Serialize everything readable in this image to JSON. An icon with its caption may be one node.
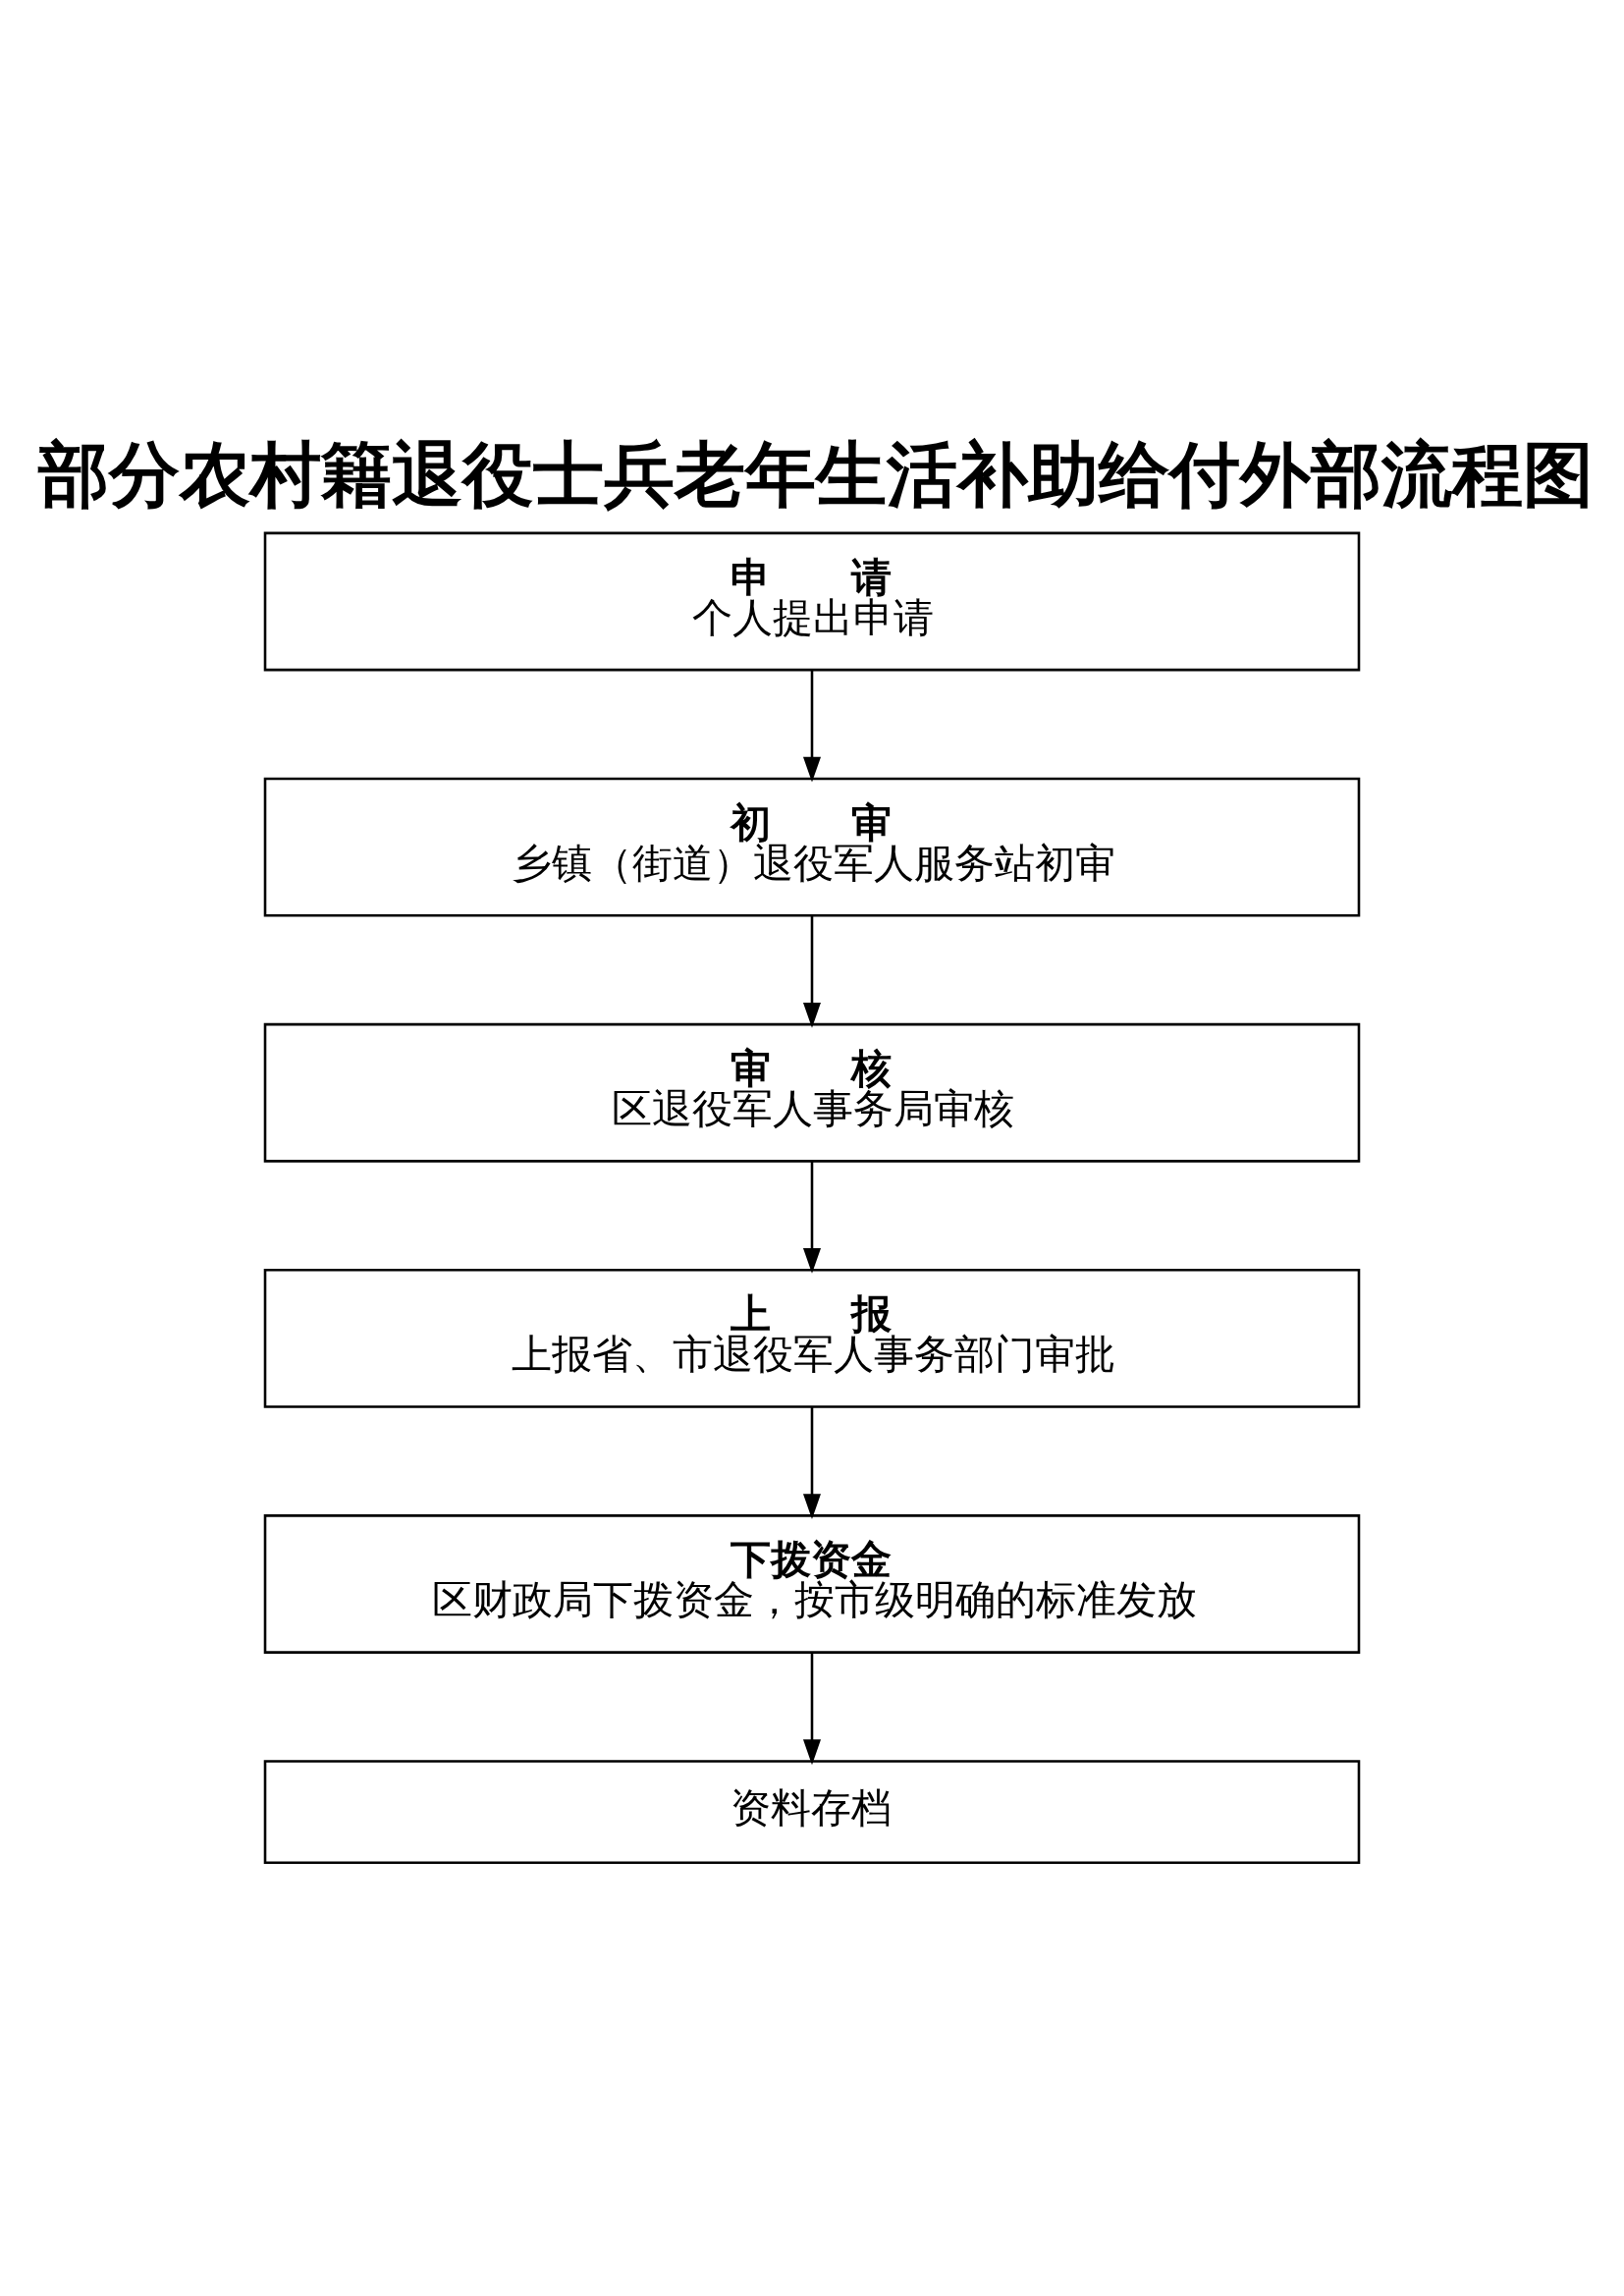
{
  "diagram": {
    "title": "部分农村籍退役士兵老年生活补助给付外部流程图",
    "nodes": [
      {
        "text": [
          "申　　请",
          "个人提出申请"
        ]
      },
      {
        "text": [
          "初　　审",
          "乡镇（街道）退役军人服务站初审"
        ]
      },
      {
        "text": [
          "审　　核",
          "区退役军人事务局审核"
        ]
      },
      {
        "text": [
          "上　　报",
          "上报省、市退役军人事务部门审批"
        ]
      },
      {
        "text": [
          "下拨资金",
          "区财政局下拨资金，按市级明确的标准发放"
        ]
      },
      {
        "text": [
          "资料存档"
        ]
      }
    ],
    "edges": [
      {
        "from": 0,
        "to": 1,
        "arrow": "to"
      },
      {
        "from": 1,
        "to": 2,
        "arrow": "to"
      },
      {
        "from": 2,
        "to": 3,
        "arrow": "to"
      },
      {
        "from": 3,
        "to": 4,
        "arrow": "to"
      },
      {
        "from": 4,
        "to": 5,
        "arrow": "to"
      }
    ]
  }
}
